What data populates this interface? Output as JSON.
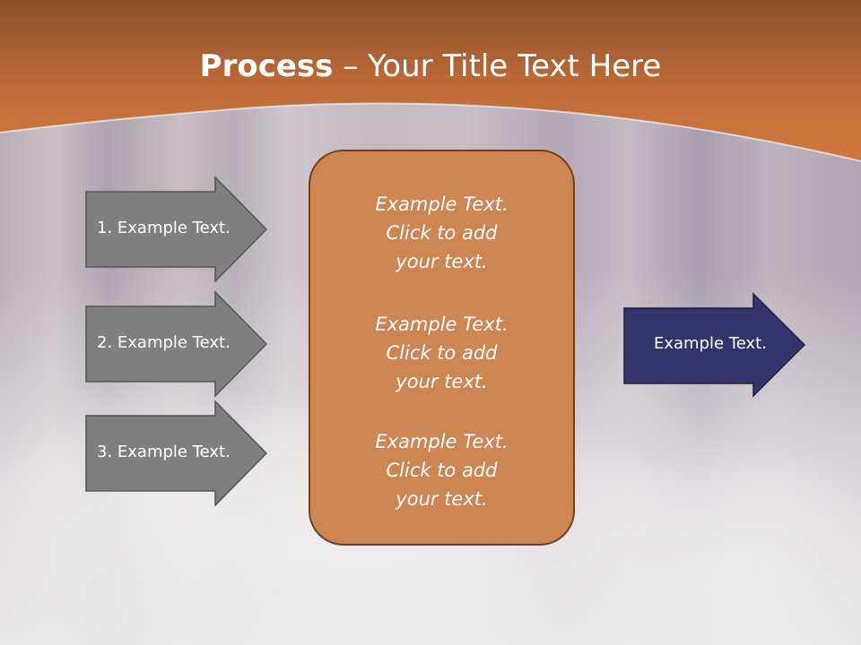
{
  "title": {
    "bold": "Process",
    "separator": " – ",
    "rest": "Your Title Text Here"
  },
  "left_arrows": [
    {
      "label": "1. Example Text."
    },
    {
      "label": "2. Example Text."
    },
    {
      "label": "3. Example Text."
    }
  ],
  "center_box": {
    "blocks": [
      {
        "line1": "Example Text.",
        "line2": "Click  to add",
        "line3": "your text."
      },
      {
        "line1": "Example Text.",
        "line2": "Click  to add",
        "line3": "your text."
      },
      {
        "line1": "Example Text.",
        "line2": "Click  to add",
        "line3": "your text."
      }
    ]
  },
  "right_arrow": {
    "label": "Example Text."
  },
  "colors": {
    "header": "#c4703a",
    "arrow_gray": "#7f7f7f",
    "box_orange": "#cd8552",
    "arrow_navy": "#34346b"
  }
}
